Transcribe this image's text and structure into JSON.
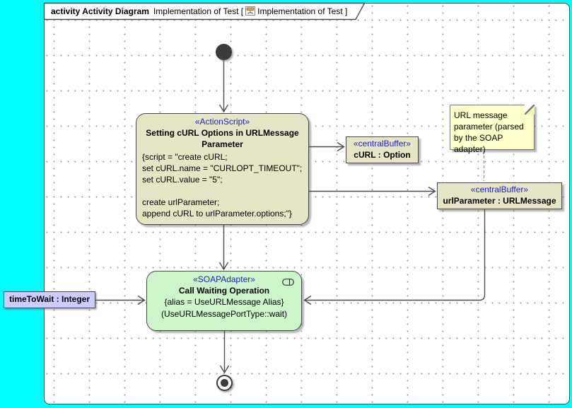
{
  "frame": {
    "title_bold": "activity Activity Diagram",
    "title_name": "Implementation of Test [",
    "title_ref": "Implementation of Test ]"
  },
  "action_script": {
    "stereotype": "«ActionScript»",
    "title": "Setting cURL Options in URLMessage Parameter",
    "script_lines": [
      "{script = \"create cURL;",
      "set cURL.name = \"CURLOPT_TIMEOUT\";",
      "set cURL.value = \"5\";",
      "",
      "create urlParameter;",
      "append cURL to urlParameter.options;\"}"
    ]
  },
  "curl_buffer": {
    "stereotype": "«centralBuffer»",
    "name": "cURL : Option"
  },
  "url_param_buffer": {
    "stereotype": "«centralBuffer»",
    "name": "urlParameter : URLMessage"
  },
  "note": {
    "text": "URL message parameter (parsed by the SOAP adapter)"
  },
  "soap_adapter": {
    "stereotype": "«SOAPAdapter»",
    "title": "Call Waiting Operation",
    "constraint": "{alias = UseURLMessage Alias}",
    "operation": "(UseURLMessagePortType::wait)"
  },
  "parameter_node": {
    "label": "timeToWait : Integer"
  },
  "colors": {
    "canvas_background": "#00ffff",
    "node_fill": "#e6e6c6",
    "soap_fill": "#ccf5cc",
    "note_fill": "#ffffcc",
    "parameter_fill": "#ccccff",
    "stereotype_text": "#2020cc",
    "edge": "#4d4d4d"
  }
}
